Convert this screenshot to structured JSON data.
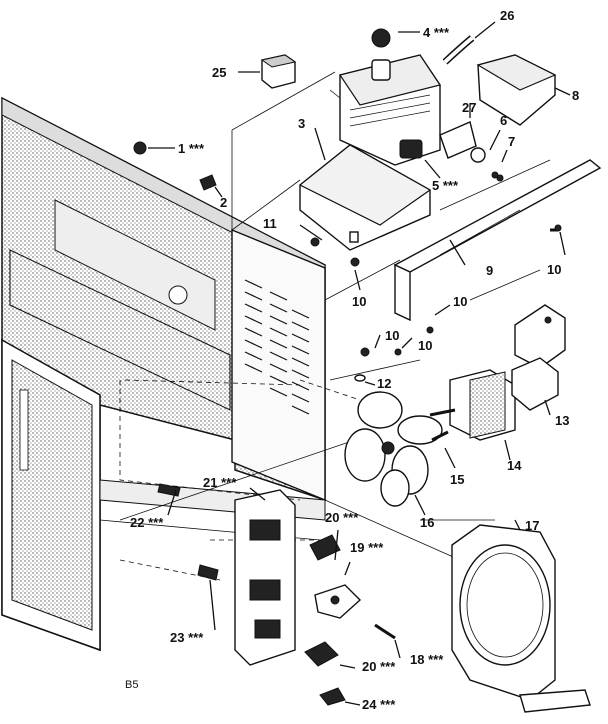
{
  "diagram": {
    "labels": {
      "l1": "1 ***",
      "l2": "2",
      "l3": "3",
      "l4": "4 ***",
      "l5": "5 ***",
      "l6": "6",
      "l7": "7",
      "l8": "8",
      "l9": "9",
      "l10a": "10",
      "l10b": "10",
      "l10c": "10",
      "l10d": "10",
      "l10e": "10",
      "l11": "11",
      "l12": "12",
      "l13": "13",
      "l14": "14",
      "l15": "15",
      "l16": "16",
      "l17": "17",
      "l18": "18 ***",
      "l19": "19 ***",
      "l20a": "20 ***",
      "l20b": "20 ***",
      "l21": "21 ***",
      "l22": "22 ***",
      "l23": "23 ***",
      "l24": "24 ***",
      "l25": "25",
      "l26": "26",
      "l27": "27",
      "code": "B5"
    }
  }
}
